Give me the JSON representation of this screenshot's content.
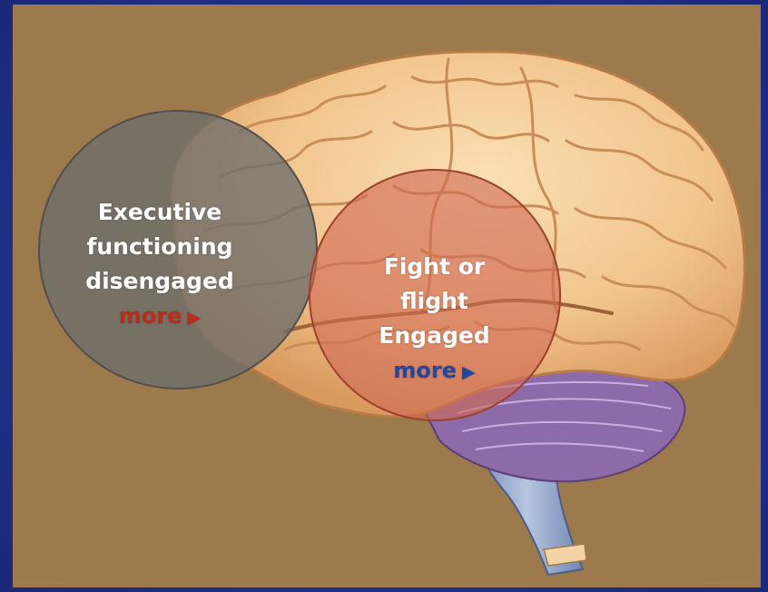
{
  "colors": {
    "frame": "#2a3a9a",
    "panel_bg": "#9c7a4b",
    "brain_fill": "#f0c48b",
    "cerebellum": "#8d6ba8",
    "brainstem": "#8fa4c8",
    "gray_circle": "#6d6d6d",
    "red_circle": "#d06a55",
    "exec_link": "#b92d18",
    "fight_link": "#2346a3"
  },
  "callouts": [
    {
      "lines": [
        "Executive",
        "functioning",
        "disengaged"
      ],
      "link_label": "more",
      "arrow_icon": "triangle-right-icon"
    },
    {
      "lines": [
        "Fight or",
        "flight",
        "Engaged"
      ],
      "link_label": "more",
      "arrow_icon": "triangle-right-icon"
    }
  ]
}
